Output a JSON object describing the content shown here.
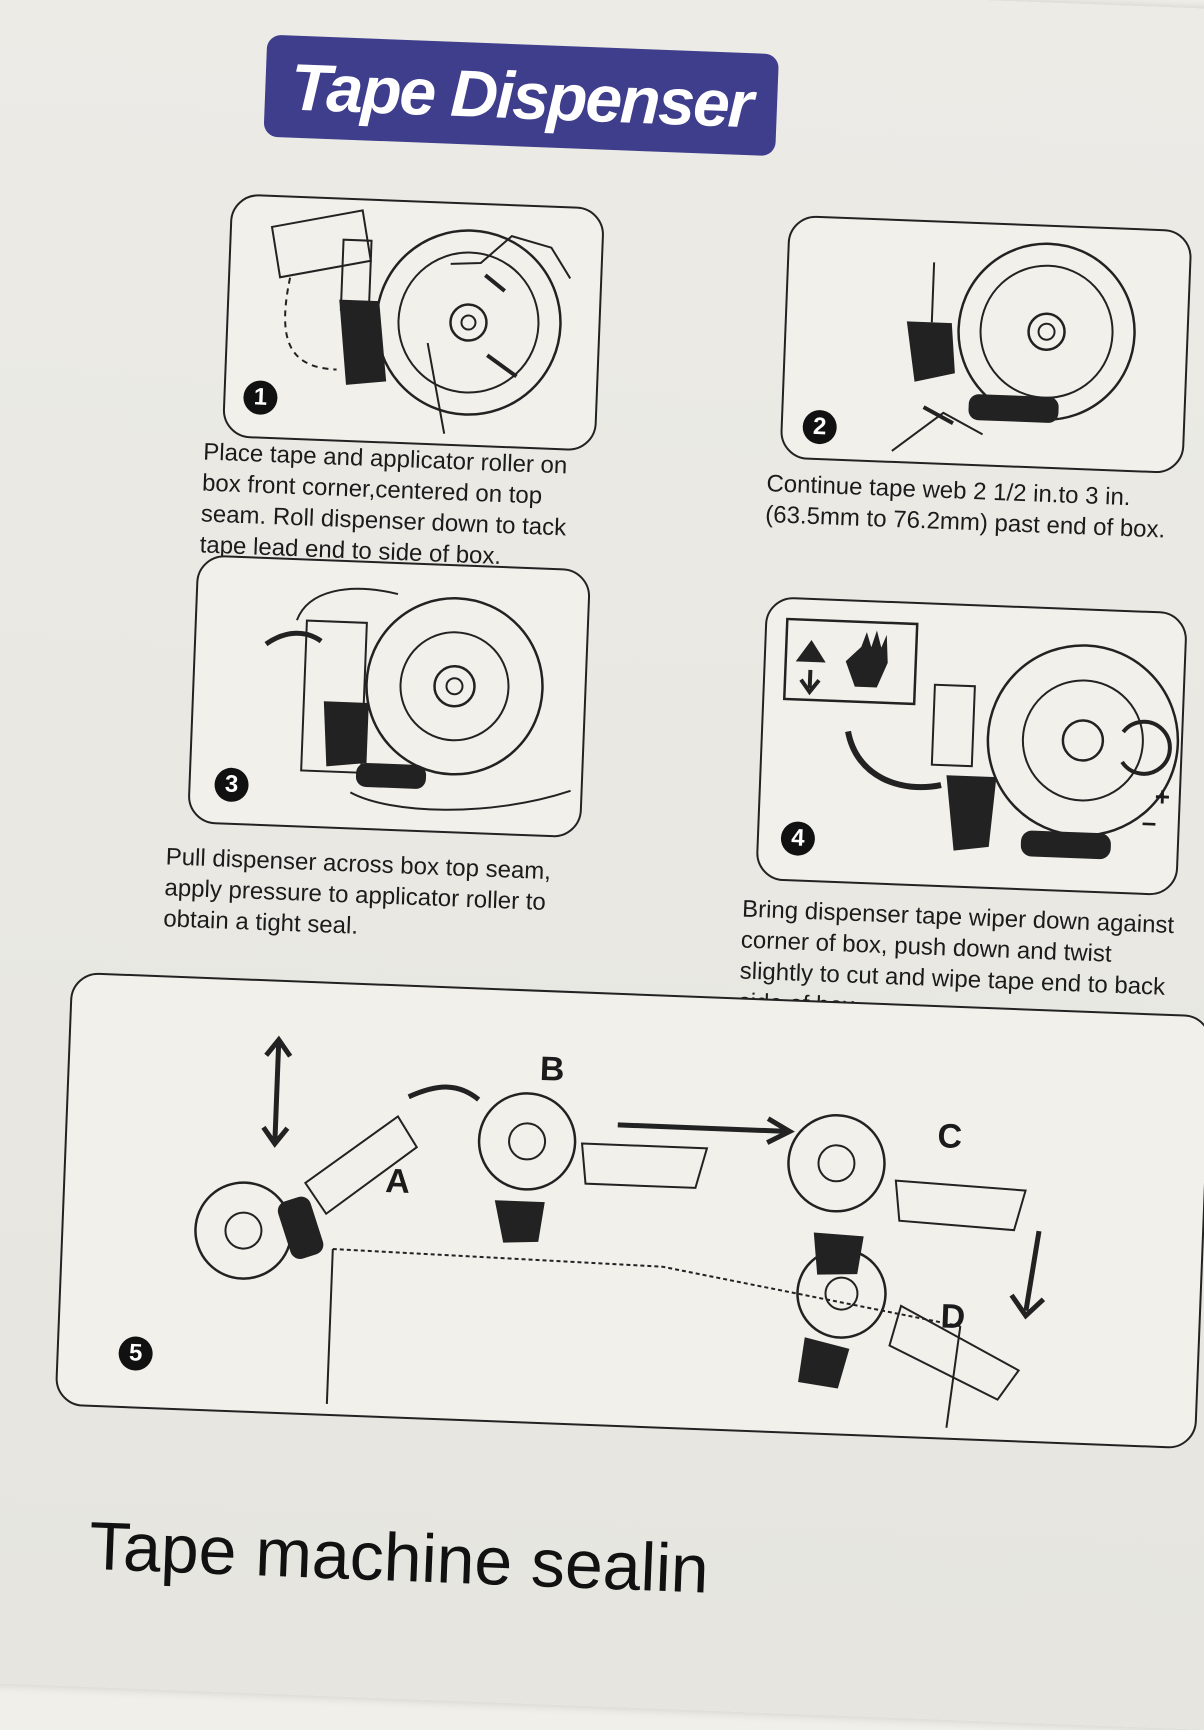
{
  "title": "Tape Dispenser",
  "steps": [
    {
      "number": "1",
      "caption": "Place tape and applicator roller on box front corner,centered on top seam. Roll dispenser down to tack tape lead end to side of box."
    },
    {
      "number": "2",
      "caption": "Continue tape web 2 1/2 in.to 3 in. (63.5mm to 76.2mm) past end of box."
    },
    {
      "number": "3",
      "caption": "Pull dispenser across box top seam, apply pressure to applicator roller to obtain a tight seal."
    },
    {
      "number": "4",
      "caption": "Bring dispenser tape wiper down against corner of box, push down and twist slightly to cut and wipe tape end to back side of box."
    },
    {
      "number": "5",
      "caption": ""
    }
  ],
  "step5_labels": {
    "a": "A",
    "b": "B",
    "c": "C",
    "d": "D"
  },
  "step4_tension": {
    "plus": "+",
    "minus": "–"
  },
  "footer_text": "Tape machine sealin",
  "colors": {
    "badge": "#3f3e8c",
    "ink": "#1b1b1b",
    "box": "#ecebe6"
  }
}
